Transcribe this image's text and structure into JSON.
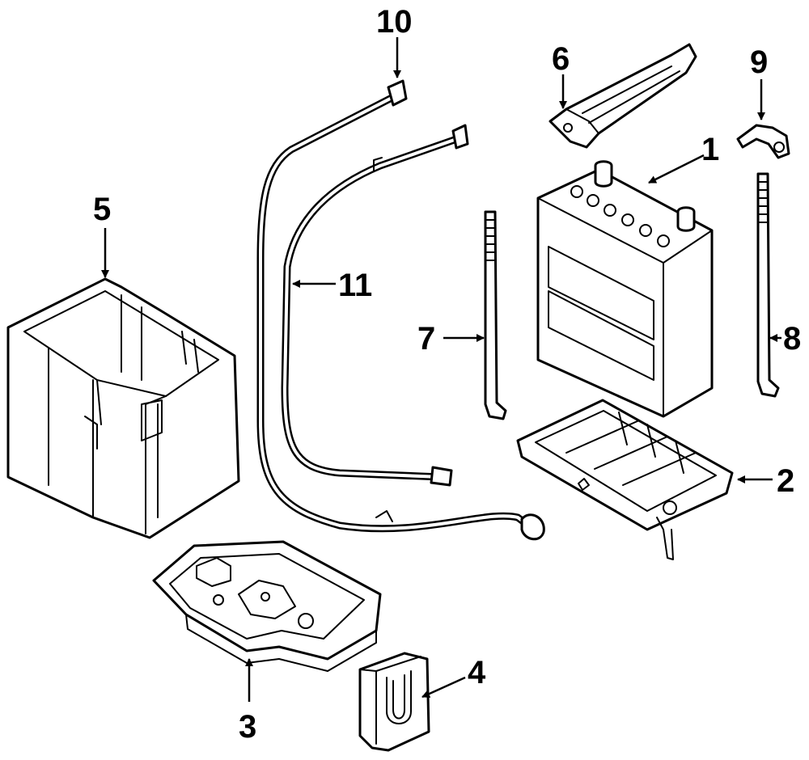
{
  "callouts": {
    "battery": "1",
    "battery_tray": "2",
    "tray_support": "3",
    "clip": "4",
    "insulator_box": "5",
    "hold_down_clamp": "6",
    "hold_down_bolt_left": "7",
    "hold_down_bolt_right": "8",
    "bolt_bracket": "9",
    "terminal_cap": "10",
    "cable": "11"
  }
}
